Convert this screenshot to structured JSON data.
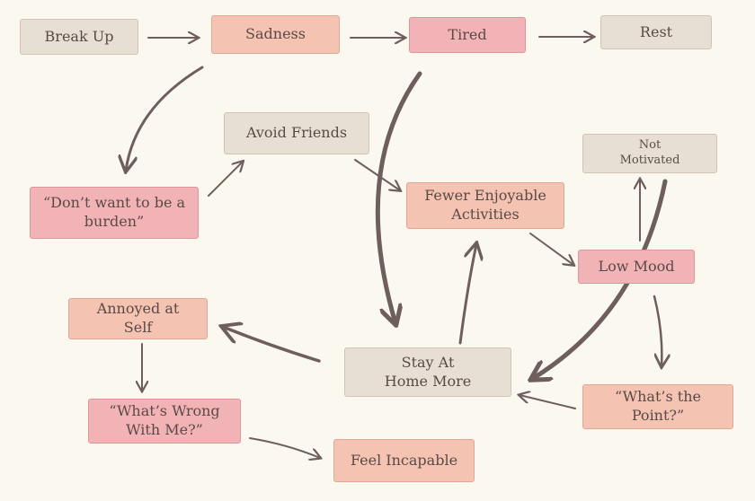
{
  "nodes": {
    "break_up": "Break Up",
    "sadness": "Sadness",
    "tired": "Tired",
    "rest": "Rest",
    "avoid_friends": "Avoid Friends",
    "not_motivated_line1": "Not",
    "not_motivated_line2": "Motivated",
    "dont_want_line1": "“Don’t want to be a",
    "dont_want_line2": "burden”",
    "fewer_line1": "Fewer Enjoyable",
    "fewer_line2": "Activities",
    "low_mood": "Low Mood",
    "annoyed_line1": "Annoyed at",
    "annoyed_line2": "Self",
    "stay_line1": "Stay At",
    "stay_line2": "Home More",
    "whats_point_line1": "“What’s the",
    "whats_point_line2": "Point?”",
    "whats_wrong_line1": "“What’s Wrong",
    "whats_wrong_line2": "With Me?”",
    "feel_incapable": "Feel Incapable"
  },
  "colors": {
    "background": "#fbf9ef",
    "neutral": "#e8dfd4",
    "peach": "#f4c3b2",
    "pink": "#f2b3b7",
    "arrow": "#6e5f5b",
    "text": "#5a4a47"
  }
}
